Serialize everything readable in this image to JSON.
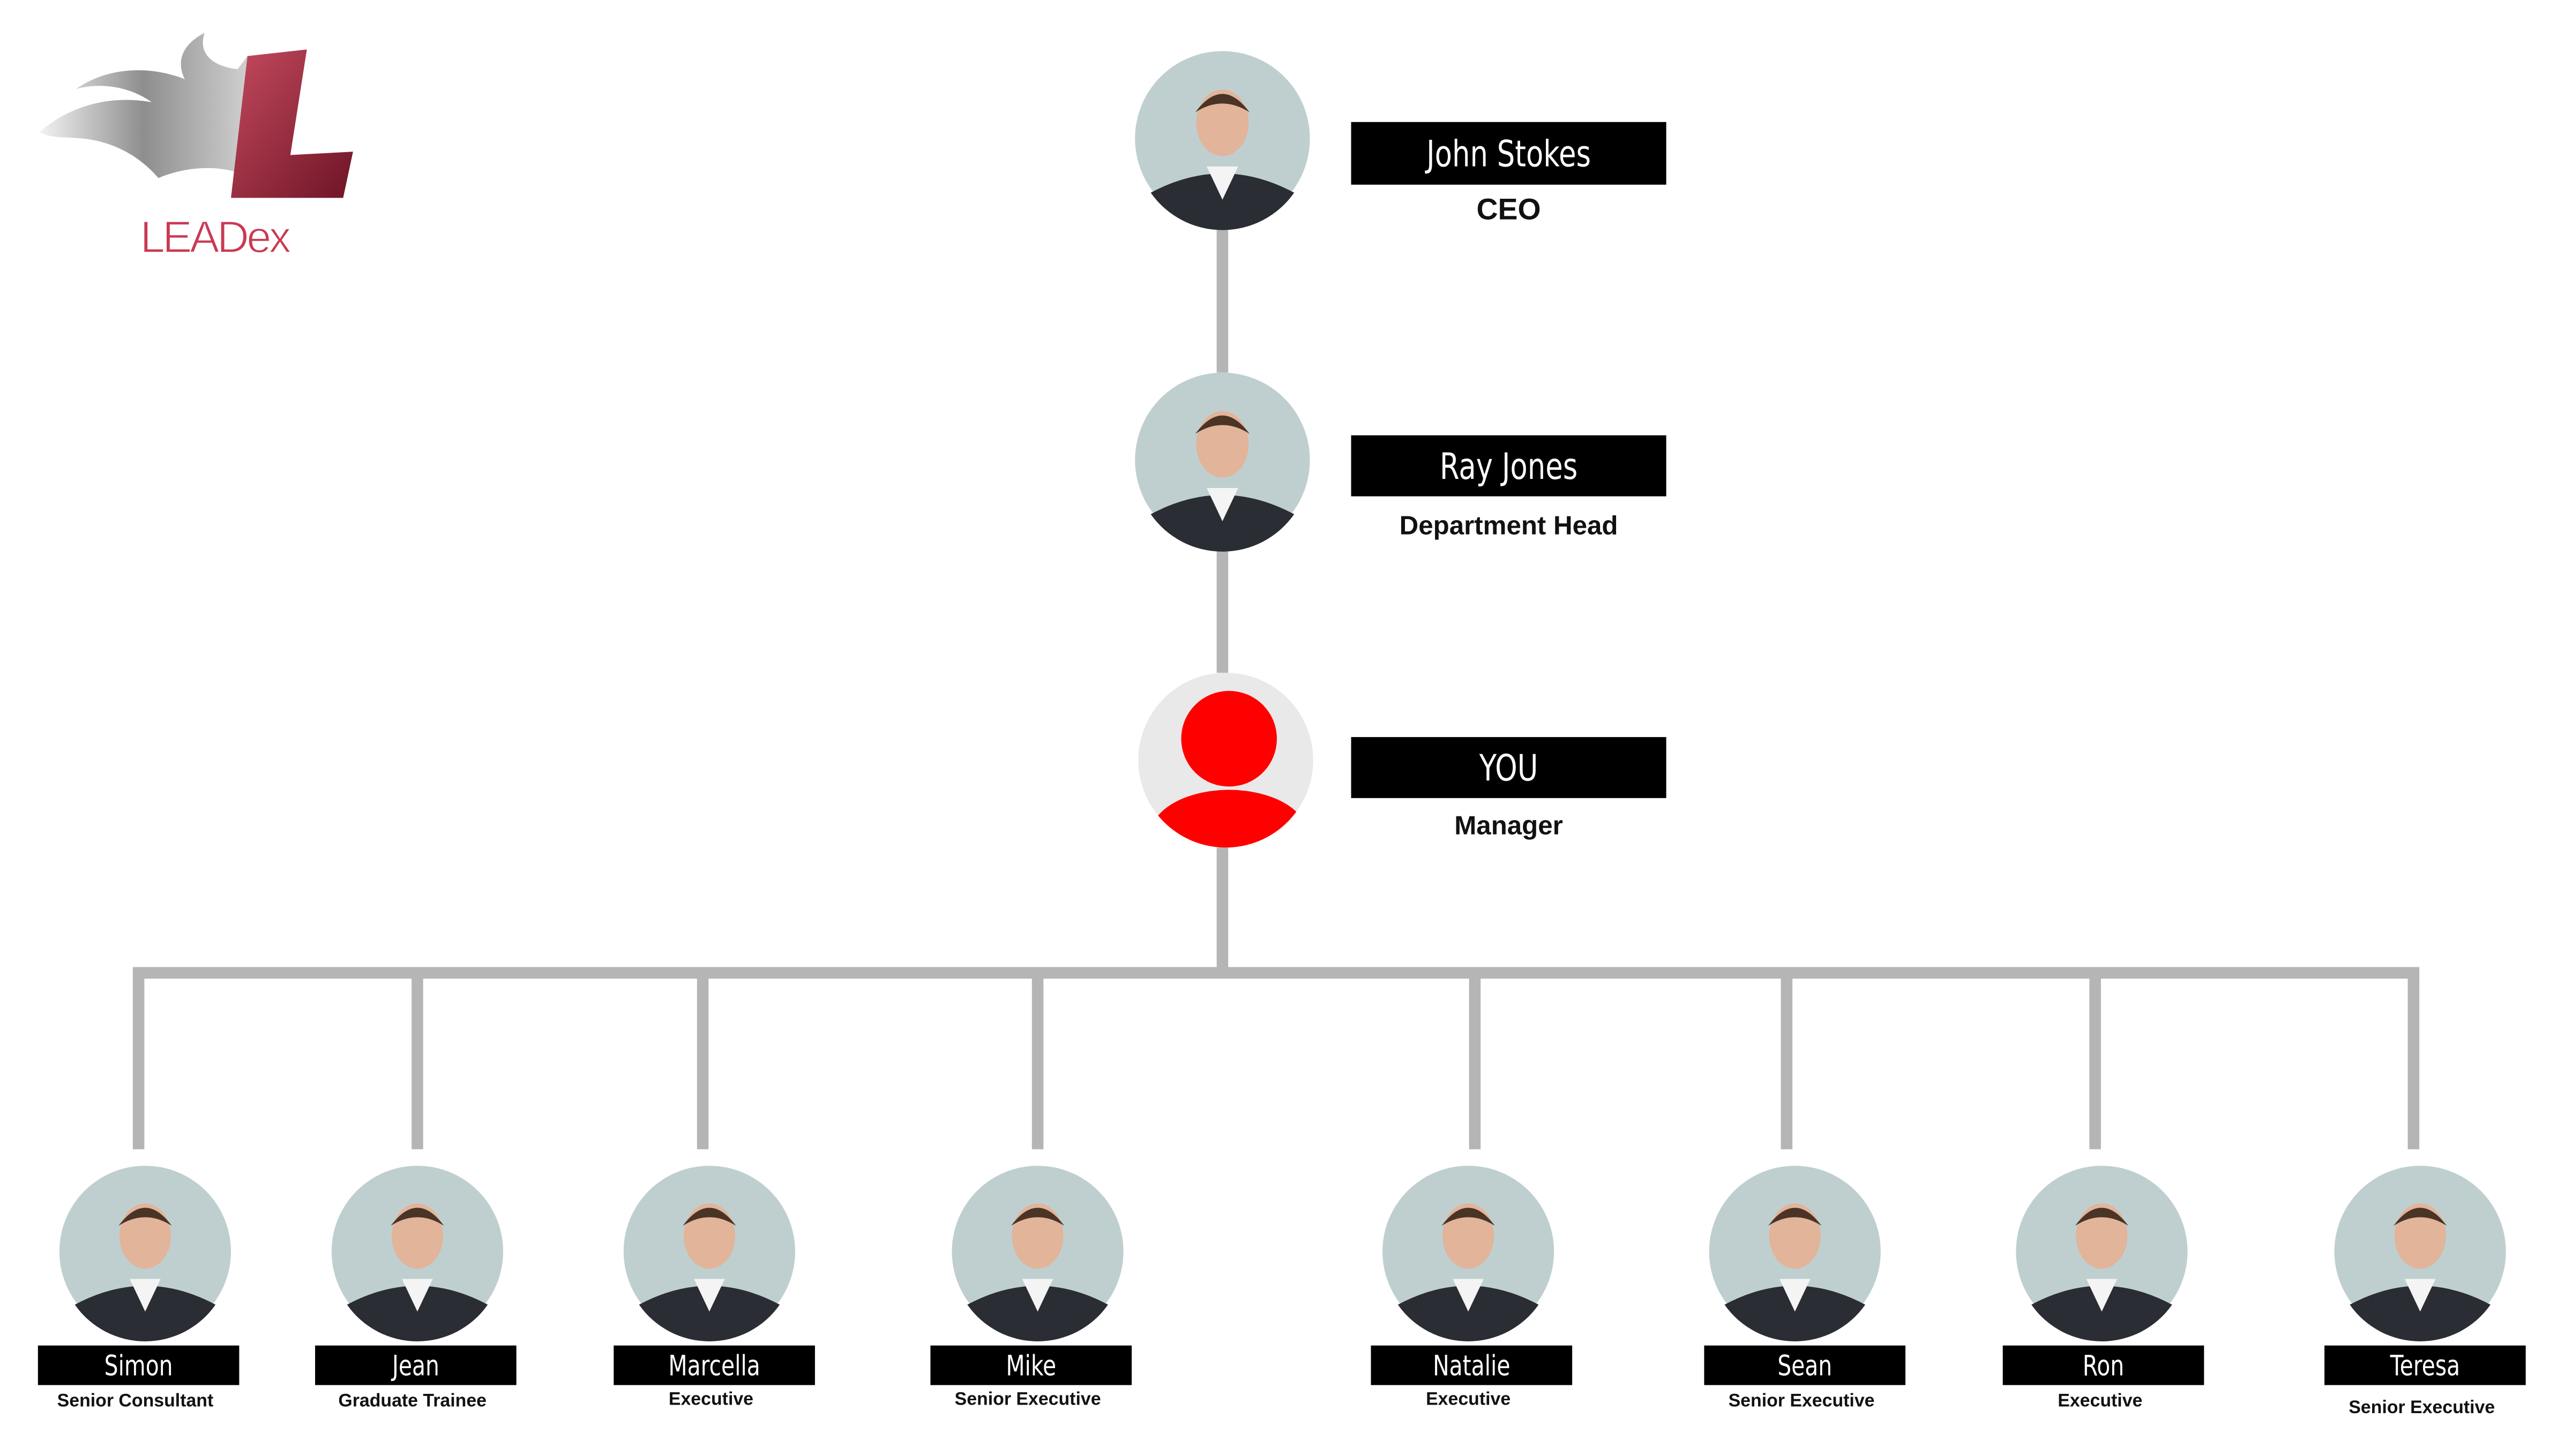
{
  "logo": {
    "text": "LEADex",
    "mark_color": "#8c2233",
    "wing_color": "#9a9a9a"
  },
  "colors": {
    "connector": "#b5b5b5",
    "label_bg": "#000000",
    "label_text": "#ffffff",
    "avatar_bg": "#bfcfcf",
    "you_avatar": "#ff0000",
    "you_bg": "#e9e9e9"
  },
  "top_chain": [
    {
      "name": "John Stokes",
      "title": "CEO",
      "photo": "photo"
    },
    {
      "name": "Ray Jones",
      "title": "Department Head",
      "photo": "photo"
    },
    {
      "name": "YOU",
      "title": "Manager",
      "photo": "user-placeholder"
    }
  ],
  "reports": [
    {
      "name": "Simon",
      "title": "Senior Consultant"
    },
    {
      "name": "Jean",
      "title": "Graduate Trainee"
    },
    {
      "name": "Marcella",
      "title": "Executive"
    },
    {
      "name": "Mike",
      "title": "Senior Executive"
    },
    {
      "name": "Natalie",
      "title": "Executive"
    },
    {
      "name": "Sean",
      "title": "Senior Executive"
    },
    {
      "name": "Ron",
      "title": "Executive"
    },
    {
      "name": "Teresa",
      "title": "Senior Executive"
    }
  ]
}
